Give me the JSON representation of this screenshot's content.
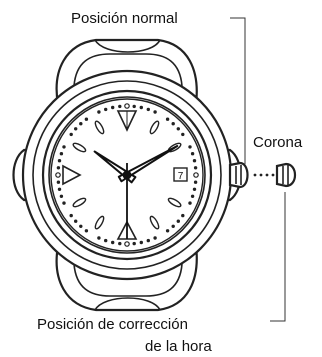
{
  "labels": {
    "normal_position": "Posición normal",
    "crown": "Corona",
    "time_correction_line1": "Posición de corrección",
    "time_correction_line2": "de la hora"
  },
  "watch": {
    "date_window": "7",
    "hands": {
      "hour": 10.2,
      "minute": 10,
      "second": 30
    }
  }
}
